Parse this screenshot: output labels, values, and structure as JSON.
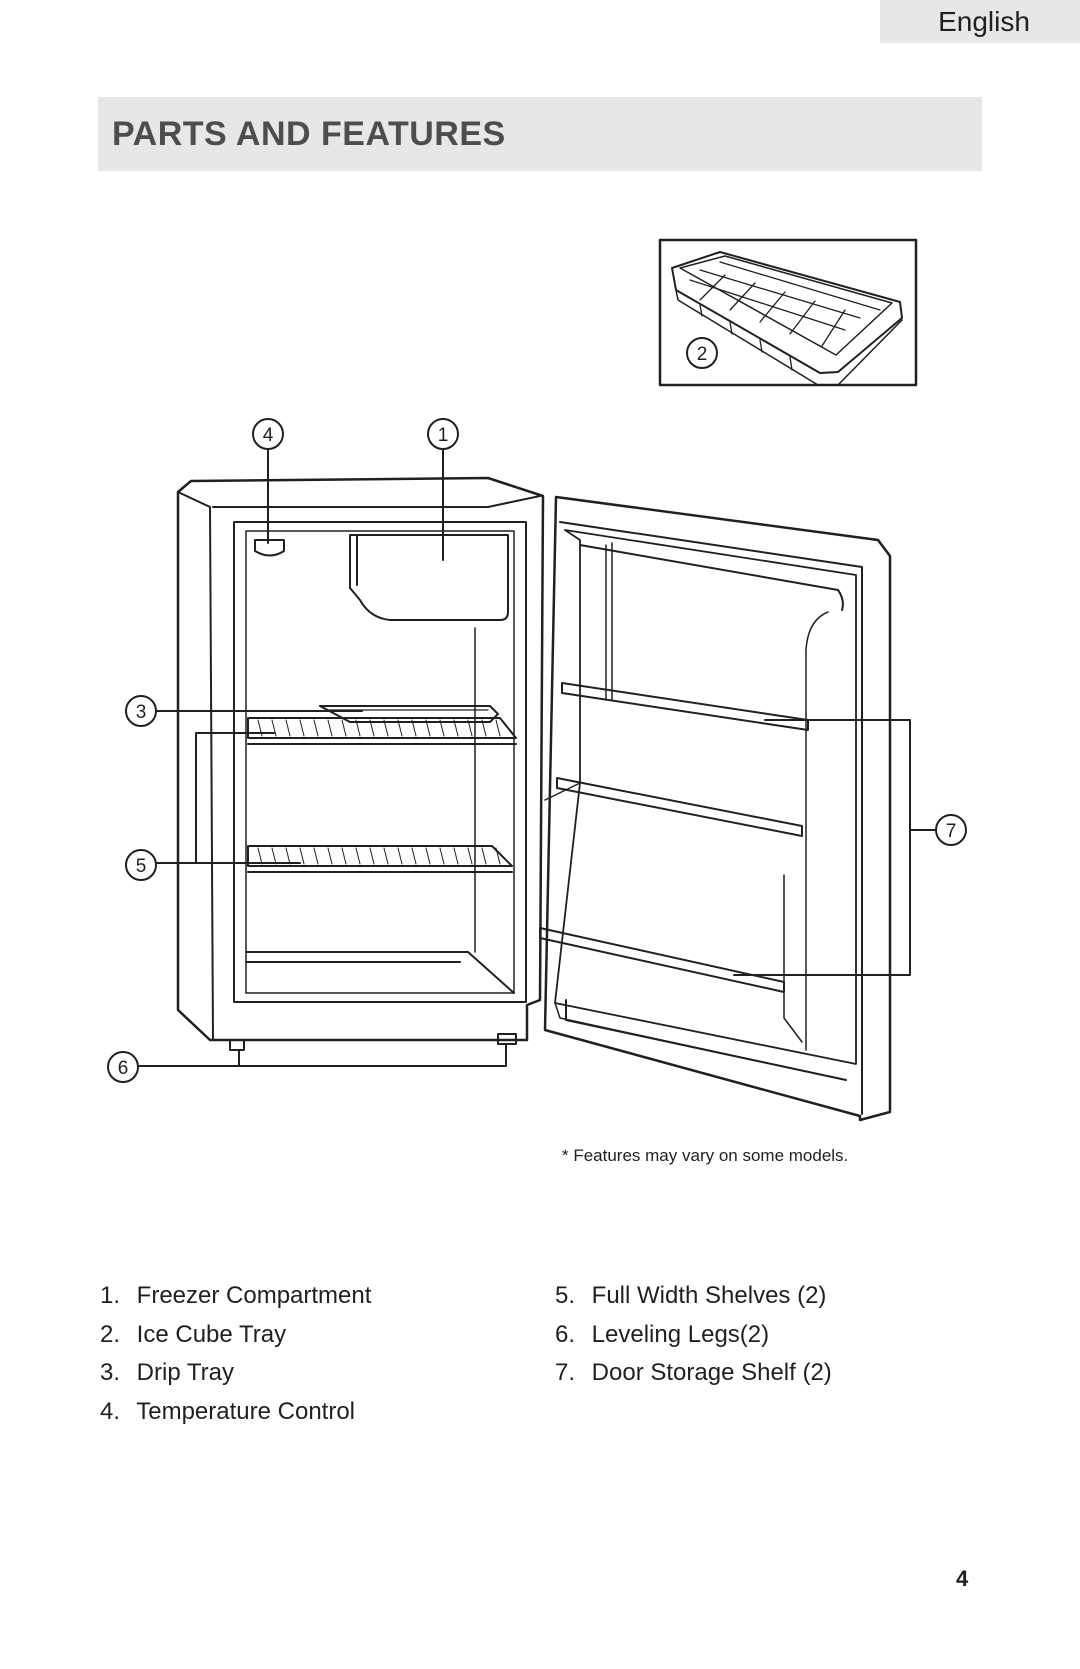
{
  "header": {
    "language_tab": "English"
  },
  "page": {
    "title": "PARTS AND FEATURES",
    "page_number": "4"
  },
  "callouts": {
    "c1": "1",
    "c2": "2",
    "c3": "3",
    "c4": "4",
    "c5": "5",
    "c6": "6",
    "c7": "7"
  },
  "note": "* Features may vary on some models.",
  "parts": [
    {
      "num": "1.",
      "label": "Freezer Compartment"
    },
    {
      "num": "2.",
      "label": "Ice Cube Tray"
    },
    {
      "num": "3.",
      "label": "Drip Tray"
    },
    {
      "num": "4.",
      "label": "Temperature Control"
    },
    {
      "num": "5.",
      "label": "Full Width Shelves (2)"
    },
    {
      "num": "6.",
      "label": "Leveling Legs(2)"
    },
    {
      "num": "7.",
      "label": "Door Storage Shelf (2)"
    }
  ]
}
